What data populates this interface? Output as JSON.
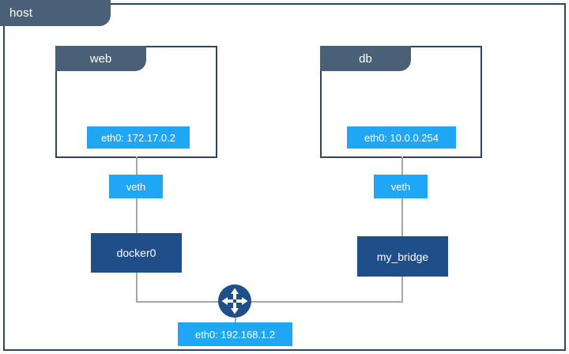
{
  "host": {
    "label": "host",
    "border_color": "#2e465c",
    "tab_color": "#4a6076"
  },
  "containers": [
    {
      "name": "web",
      "label": "web",
      "interface": {
        "name": "eth0",
        "label": "eth0: 172.17.0.2",
        "address": "172.17.0.2",
        "color": "#1fa6f5"
      }
    },
    {
      "name": "db",
      "label": "db",
      "interface": {
        "name": "eth0",
        "label": "eth0: 10.0.0.254",
        "address": "10.0.0.254",
        "color": "#1fa6f5"
      }
    }
  ],
  "veth_left": {
    "label": "veth",
    "color": "#1fa6f5"
  },
  "veth_right": {
    "label": "veth",
    "color": "#1fa6f5"
  },
  "bridges": [
    {
      "name": "docker0",
      "label": "docker0",
      "color": "#1f4e89"
    },
    {
      "name": "my_bridge",
      "label": "my_bridge",
      "color": "#1f4e89"
    }
  ],
  "router": {
    "icon": "router-icon",
    "color": "#1f4e89"
  },
  "host_interface": {
    "name": "eth0",
    "label": "eth0: 192.168.1.2",
    "address": "192.168.1.2",
    "color": "#1fa6f5"
  }
}
